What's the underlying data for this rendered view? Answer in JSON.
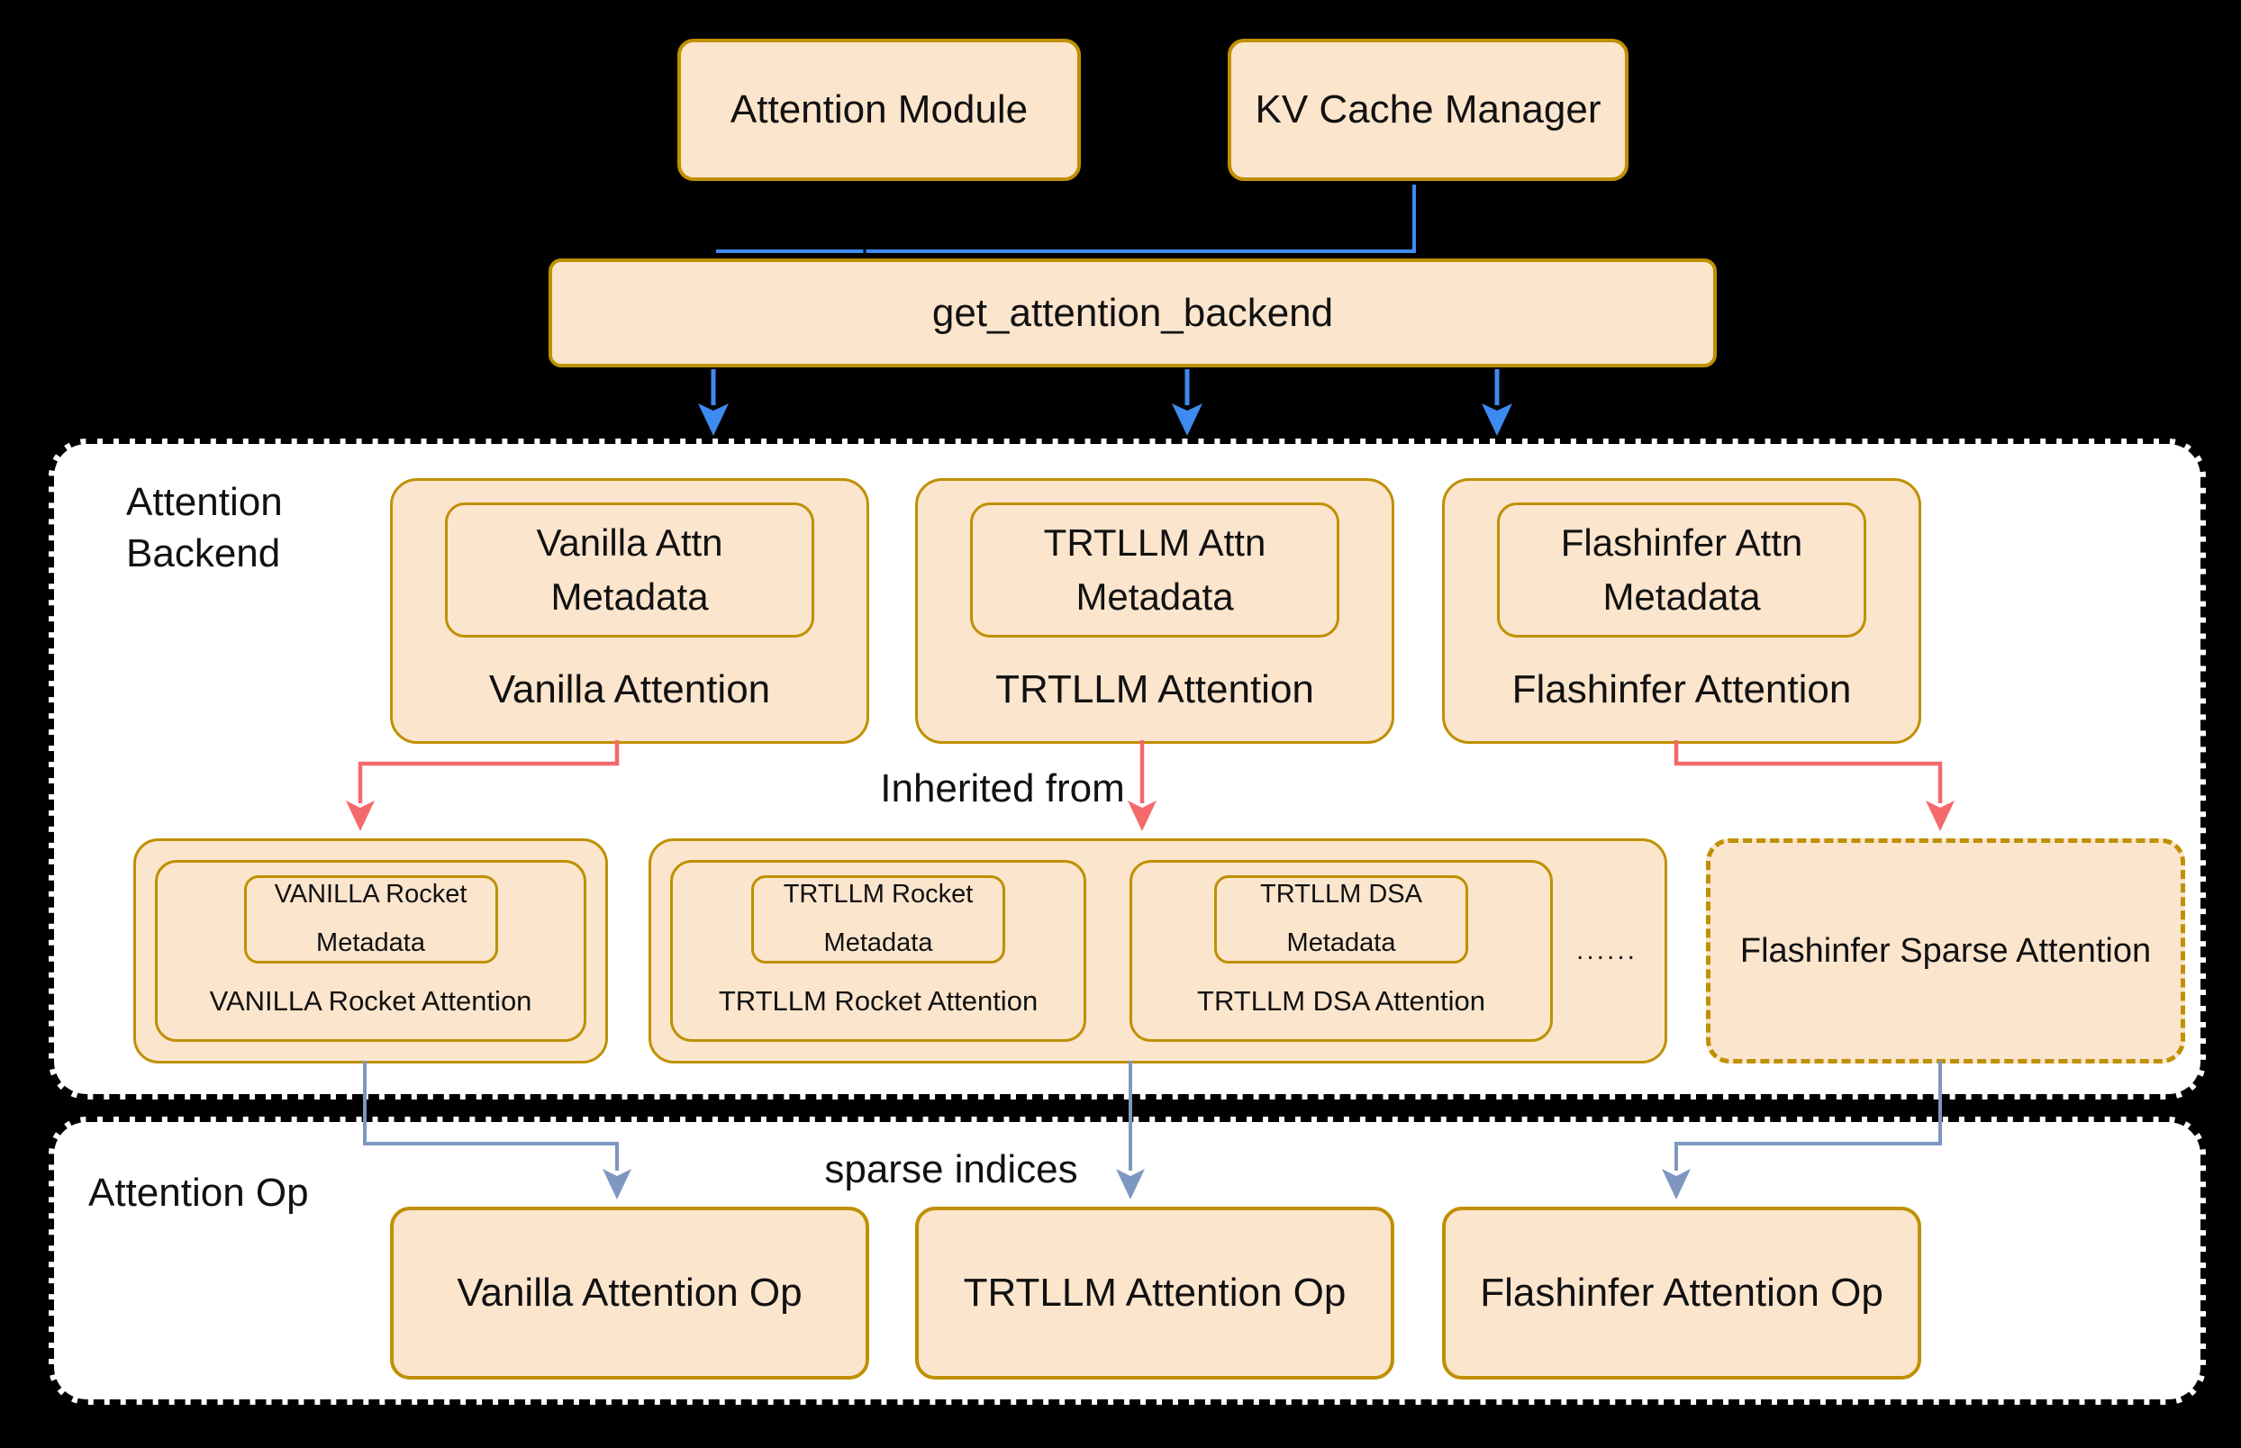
{
  "colors": {
    "background": "#000000",
    "box_fill": "#FCE5CD",
    "box_border": "#BF9000",
    "container_fill": "#FFFFFF",
    "container_border": "#000000",
    "blue_arrow": "#3D8AF0",
    "red_arrow": "#F4696B",
    "steel_arrow": "#7D97C1",
    "text": "#111111"
  },
  "top_row": {
    "attention_module": "Attention Module",
    "kv_cache_manager": "KV Cache Manager",
    "dispatcher": "get_attention_backend"
  },
  "backend_section": {
    "label": "Attention\nBackend",
    "inherited_label": "Inherited from",
    "backends": [
      {
        "name": "Vanilla Attention",
        "metadata_line1": "Vanilla Attn",
        "metadata_line2": "Metadata"
      },
      {
        "name": "TRTLLM Attention",
        "metadata_line1": "TRTLLM Attn",
        "metadata_line2": "Metadata"
      },
      {
        "name": "Flashinfer Attention",
        "metadata_line1": "Flashinfer Attn",
        "metadata_line2": "Metadata"
      }
    ],
    "derived": {
      "vanilla_rocket": {
        "name": "VANILLA Rocket Attention",
        "metadata_line1": "VANILLA Rocket",
        "metadata_line2": "Metadata"
      },
      "trtllm_rocket": {
        "name": "TRTLLM Rocket Attention",
        "metadata_line1": "TRTLLM Rocket",
        "metadata_line2": "Metadata"
      },
      "trtllm_dsa": {
        "name": "TRTLLM DSA Attention",
        "metadata_line1": "TRTLLM DSA",
        "metadata_line2": "Metadata"
      },
      "ellipsis": "......",
      "flashinfer_sparse": "Flashinfer Sparse Attention"
    }
  },
  "op_section": {
    "label": "Attention Op",
    "sparse_indices_label": "sparse indices",
    "ops": [
      "Vanilla Attention Op",
      "TRTLLM Attention Op",
      "Flashinfer Attention Op"
    ]
  }
}
